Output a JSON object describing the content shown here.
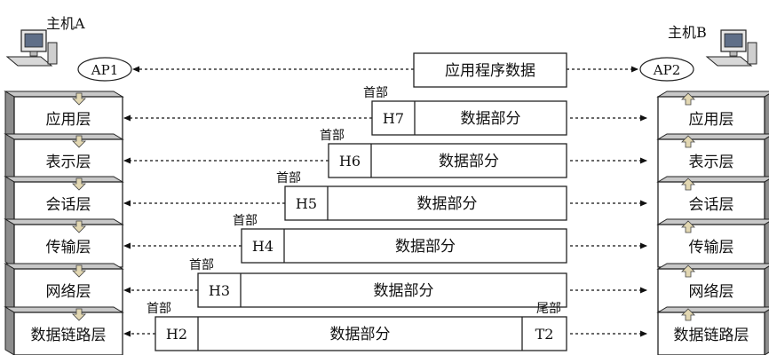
{
  "hosts": {
    "a": {
      "name": "主机A",
      "process": "AP1"
    },
    "b": {
      "name": "主机B",
      "process": "AP2"
    }
  },
  "layers": [
    "应用层",
    "表示层",
    "会话层",
    "传输层",
    "网络层",
    "数据链路层"
  ],
  "app_data": "应用程序数据",
  "pdus": [
    {
      "header_caption": "首部",
      "header": "H7",
      "body": "数据部分"
    },
    {
      "header_caption": "首部",
      "header": "H6",
      "body": "数据部分"
    },
    {
      "header_caption": "首部",
      "header": "H5",
      "body": "数据部分"
    },
    {
      "header_caption": "首部",
      "header": "H4",
      "body": "数据部分"
    },
    {
      "header_caption": "首部",
      "header": "H3",
      "body": "数据部分"
    },
    {
      "header_caption": "首部",
      "header": "H2",
      "body": "数据部分",
      "trailer_caption": "尾部",
      "trailer": "T2"
    }
  ],
  "colors": {
    "layer_face": "#ffffff",
    "layer_side": "#8c8c8c",
    "layer_top": "#c8c8c8",
    "stroke": "#222222",
    "flow_arrow": "#e2d7b2"
  }
}
